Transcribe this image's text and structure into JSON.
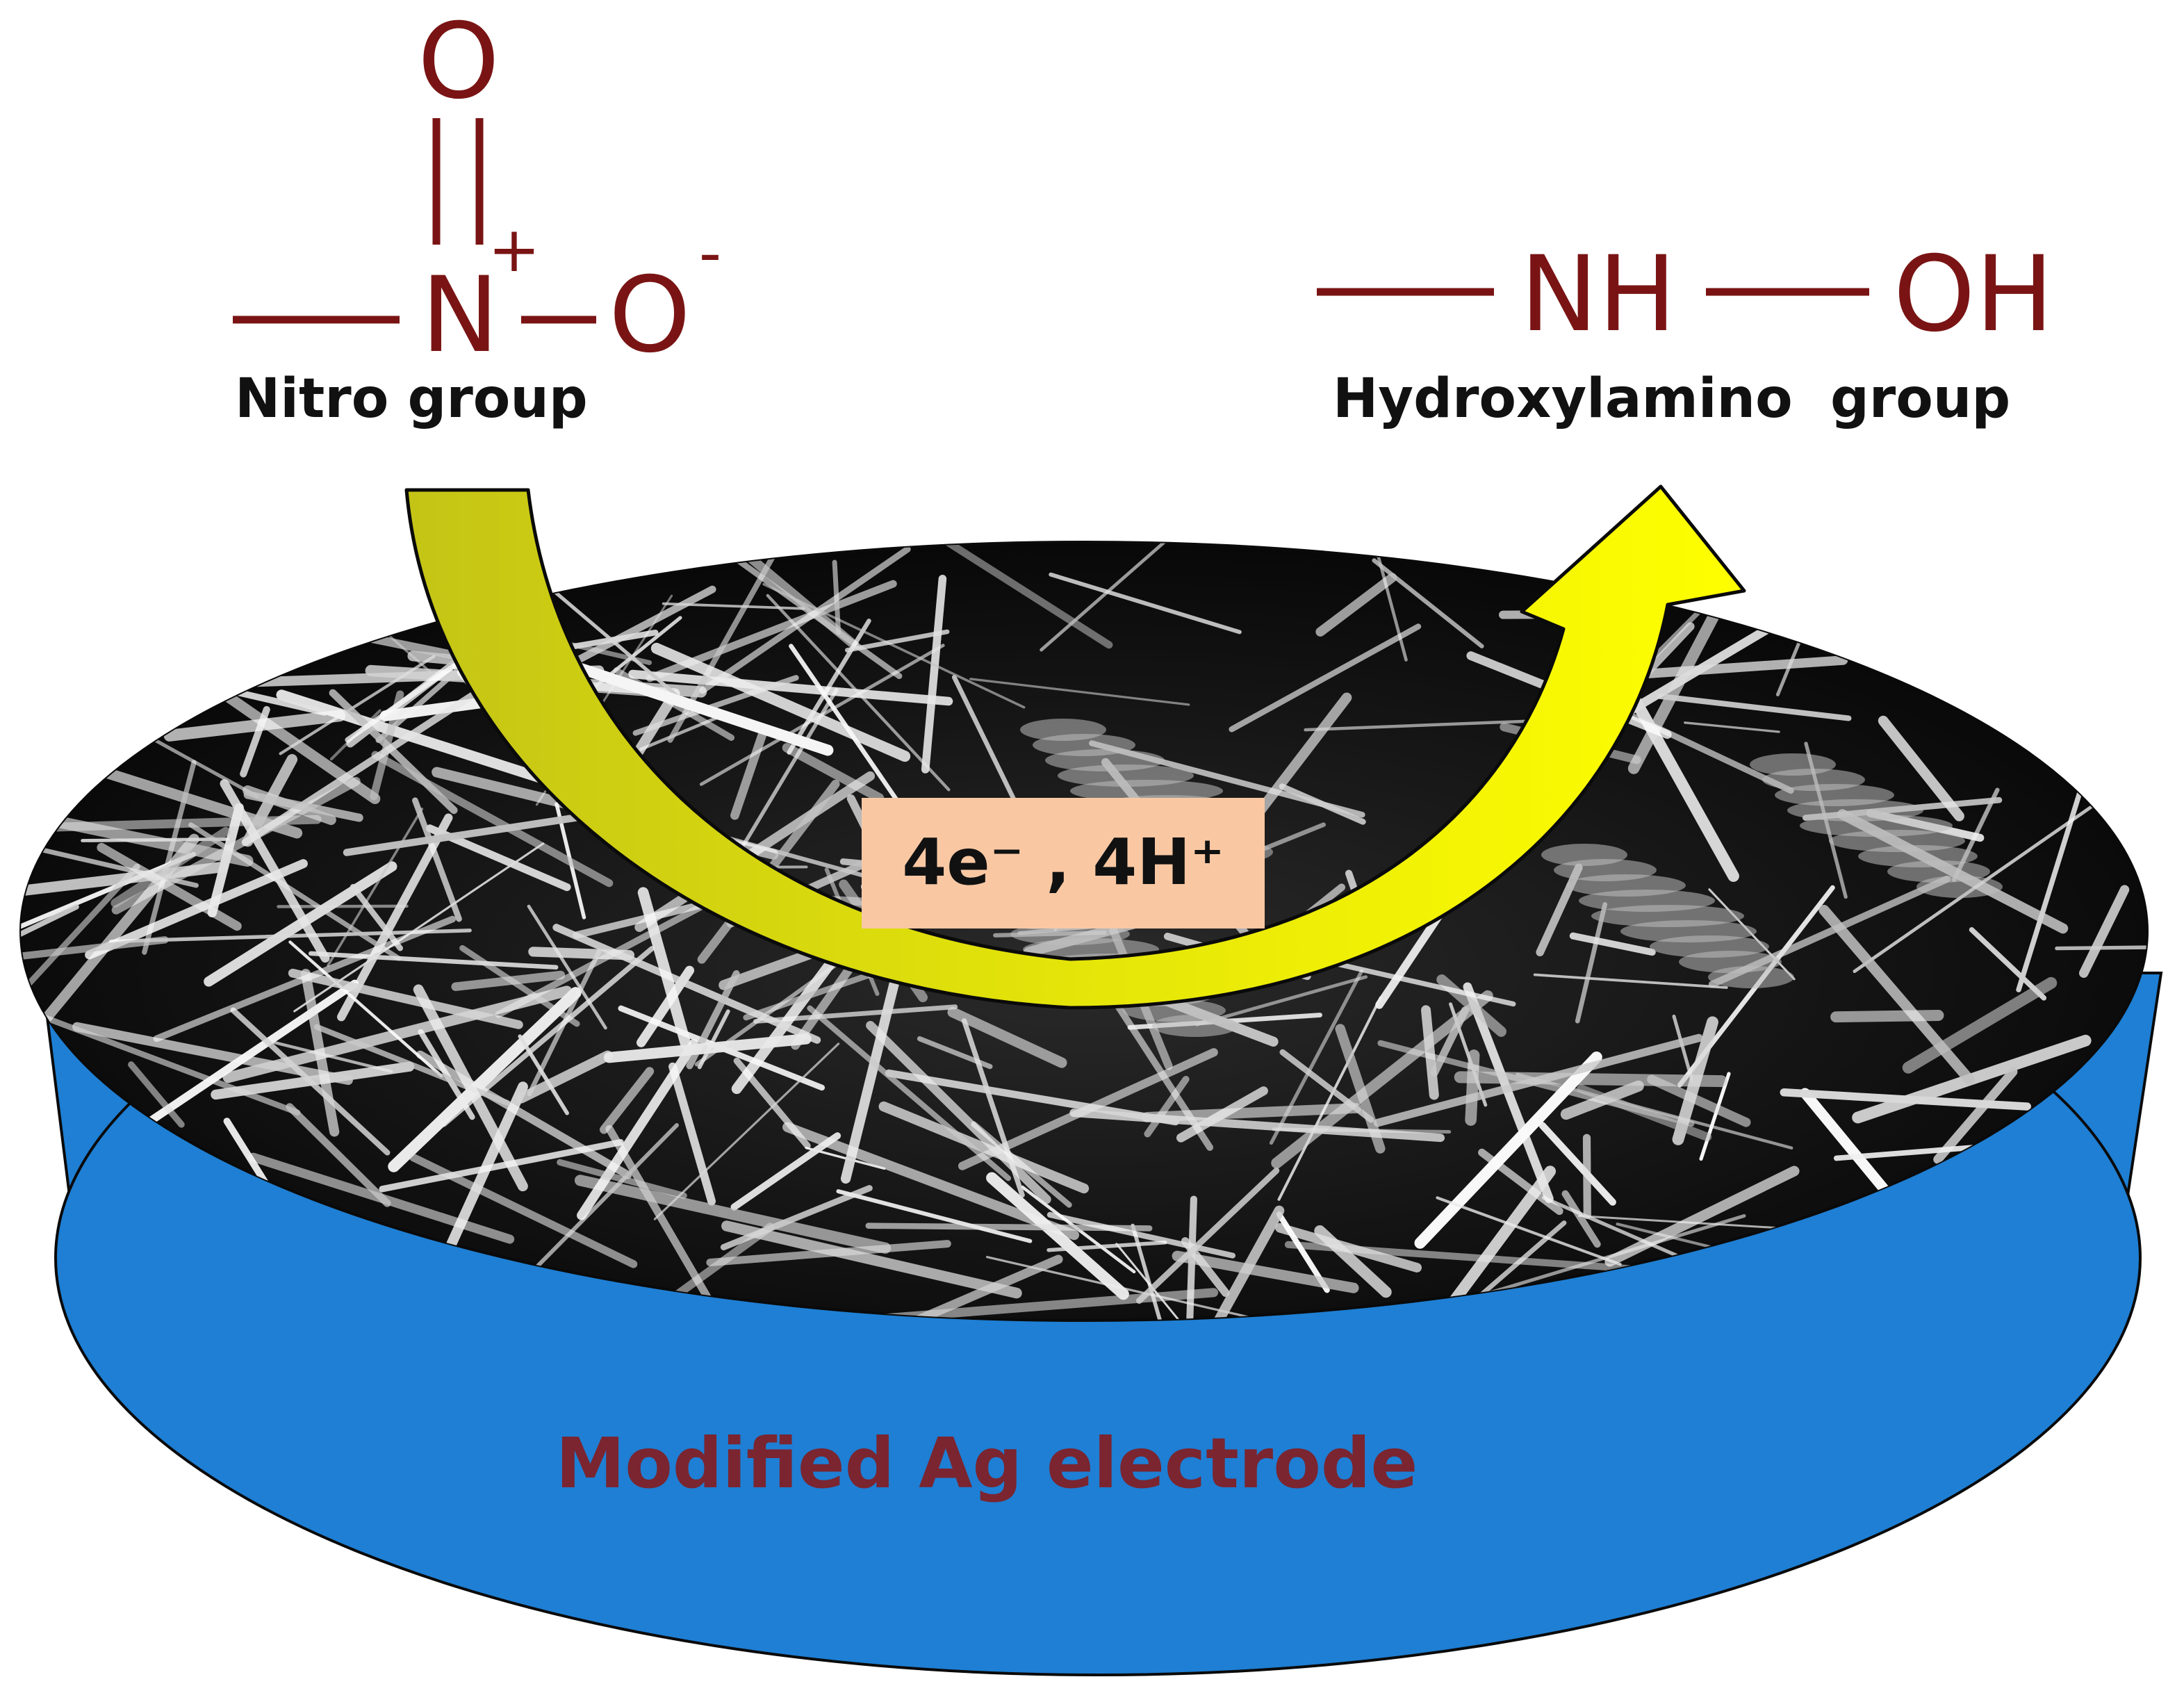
{
  "nitro": {
    "atom_o_top": "O",
    "atom_n": "N",
    "charge_plus": "+",
    "atom_o_right": "O",
    "charge_minus": "-",
    "label": "Nitro group"
  },
  "hydroxylamino": {
    "atom_nh": "NH",
    "atom_oh": "OH",
    "label": "Hydroxylamino  group"
  },
  "reaction": {
    "label": "4e⁻ , 4H⁺"
  },
  "electrode": {
    "label": "Modified Ag electrode"
  },
  "colors": {
    "bond": "#7a1414",
    "text_dark": "#111111",
    "electrode_label": "#7a2530",
    "electrode_side": "#1e7fd4",
    "arrow_left": "#c6c618",
    "arrow_right": "#f4f400",
    "reaction_box": "#f9c8a3",
    "surface": "#0e0e0e",
    "crystal": "#f2f2f2"
  }
}
